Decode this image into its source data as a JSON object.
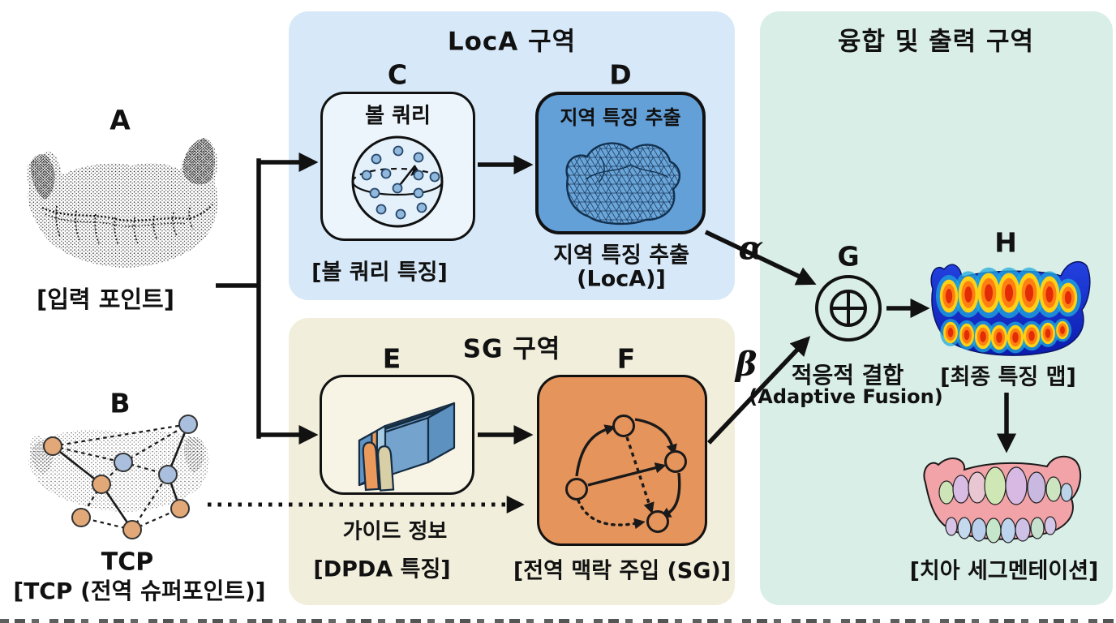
{
  "regions": {
    "loca": {
      "title": "LocA 구역",
      "bg": "#d7e9f9"
    },
    "sg": {
      "title": "SG 구역",
      "bg": "#f1eedb"
    },
    "fusion": {
      "title": "융합 및 출력 구역",
      "bg": "#d9eee6"
    }
  },
  "nodes": {
    "a": {
      "letter": "A",
      "caption": "[입력 포인트]"
    },
    "b": {
      "letter": "B",
      "title": "TCP",
      "caption": "[TCP (전역 슈퍼포인트)]"
    },
    "c": {
      "letter": "C",
      "block_title": "볼 쿼리",
      "caption": "[볼 쿼리 특징]"
    },
    "d": {
      "letter": "D",
      "block_title": "지역 특징 추출",
      "caption_line1": "지역 특징 추출",
      "caption_line2": "(LocA)]"
    },
    "e": {
      "letter": "E",
      "caption": "[DPDA 특징]"
    },
    "f": {
      "letter": "F",
      "caption": "[전역 맥락 주입 (SG)]"
    },
    "g": {
      "letter": "G",
      "caption_line1": "적응적 결합",
      "caption_line2": "(Adaptive Fusion)",
      "symbol": "⊕"
    },
    "h": {
      "letter": "H",
      "caption": "[최종 특징 맵]"
    },
    "output": {
      "caption": "[치아 세그멘테이션]"
    }
  },
  "edges": {
    "alpha": "α",
    "beta": "β",
    "guide_label": "가이드 정보"
  },
  "colors": {
    "c_block": "#ecf5fc",
    "d_block": "#64a0d8",
    "e_block": "#f7f4e6",
    "f_block": "#e5945c"
  }
}
